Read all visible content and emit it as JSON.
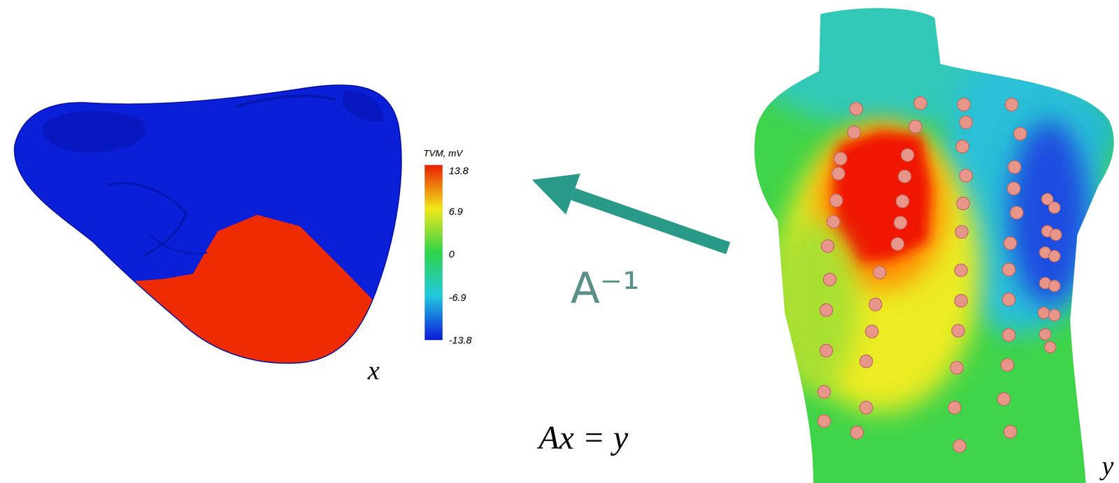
{
  "diagram": {
    "nodes": [
      {
        "text": [
          "x"
        ]
      },
      {
        "text": [
          "y"
        ]
      }
    ],
    "edges": [
      {
        "from": 1,
        "to": 0,
        "arrow": "to",
        "label": "A⁻¹"
      }
    ],
    "labels": [
      "TVM, mV",
      "13.8",
      "6.9",
      "0",
      "-6.9",
      "-13.8",
      "Ax = y"
    ]
  }
}
